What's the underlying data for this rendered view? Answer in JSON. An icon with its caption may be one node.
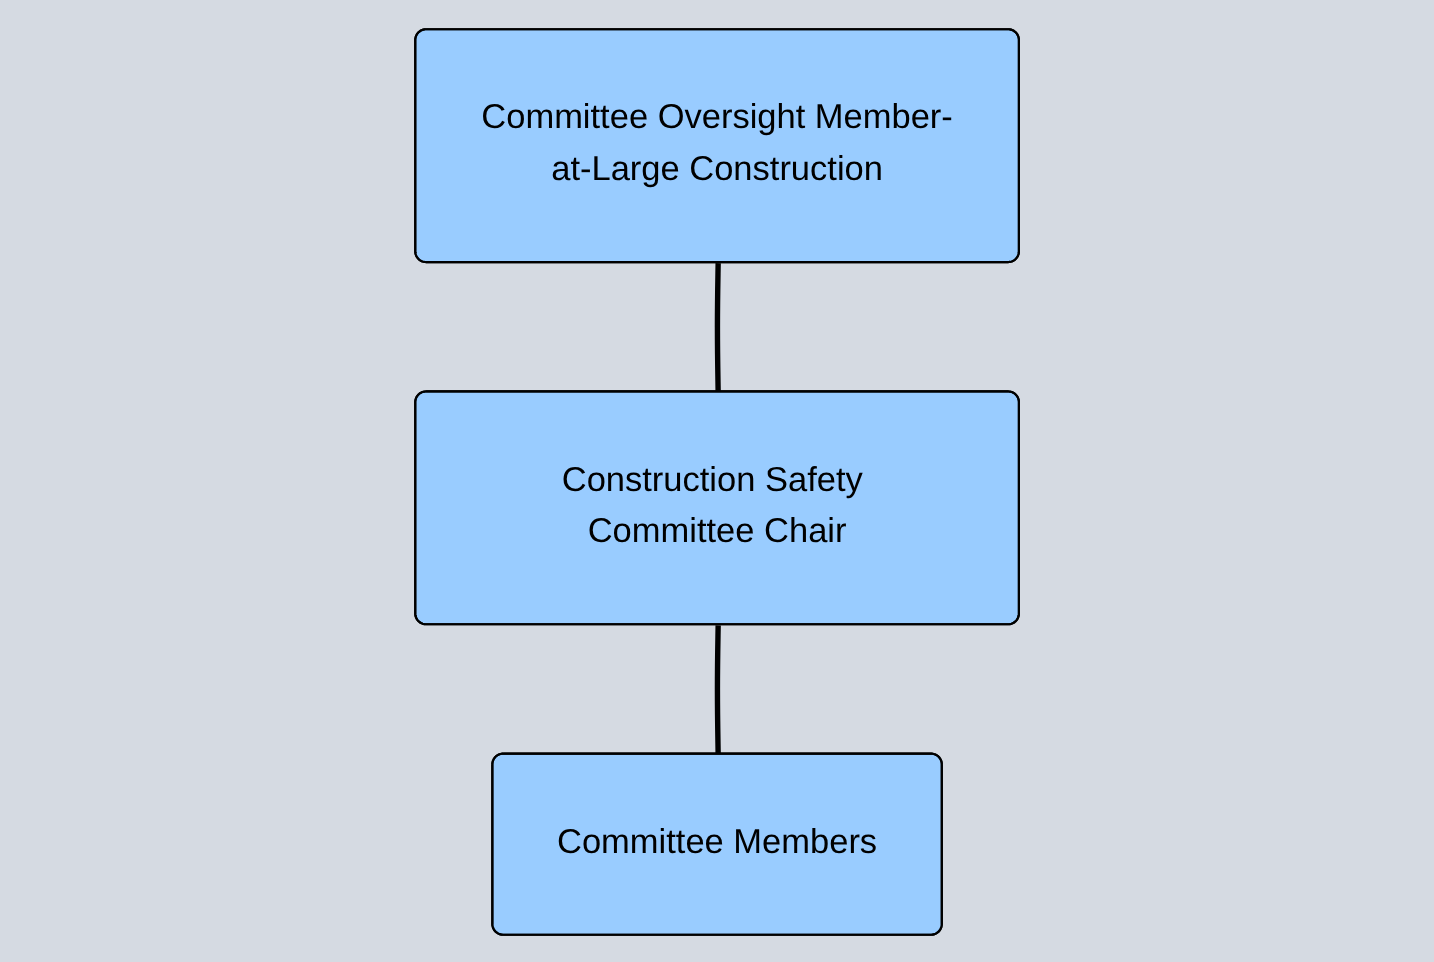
{
  "diagram": {
    "nodes": [
      {
        "text": [
          "Committee Oversight Member-at-Large Construction"
        ]
      },
      {
        "text": [
          "Construction Safety Committee Chair"
        ]
      },
      {
        "text": [
          "Committee Members"
        ]
      }
    ],
    "edges": [
      {
        "from": 0,
        "to": 1,
        "arrow": "none"
      },
      {
        "from": 1,
        "to": 2,
        "arrow": "none"
      }
    ]
  }
}
